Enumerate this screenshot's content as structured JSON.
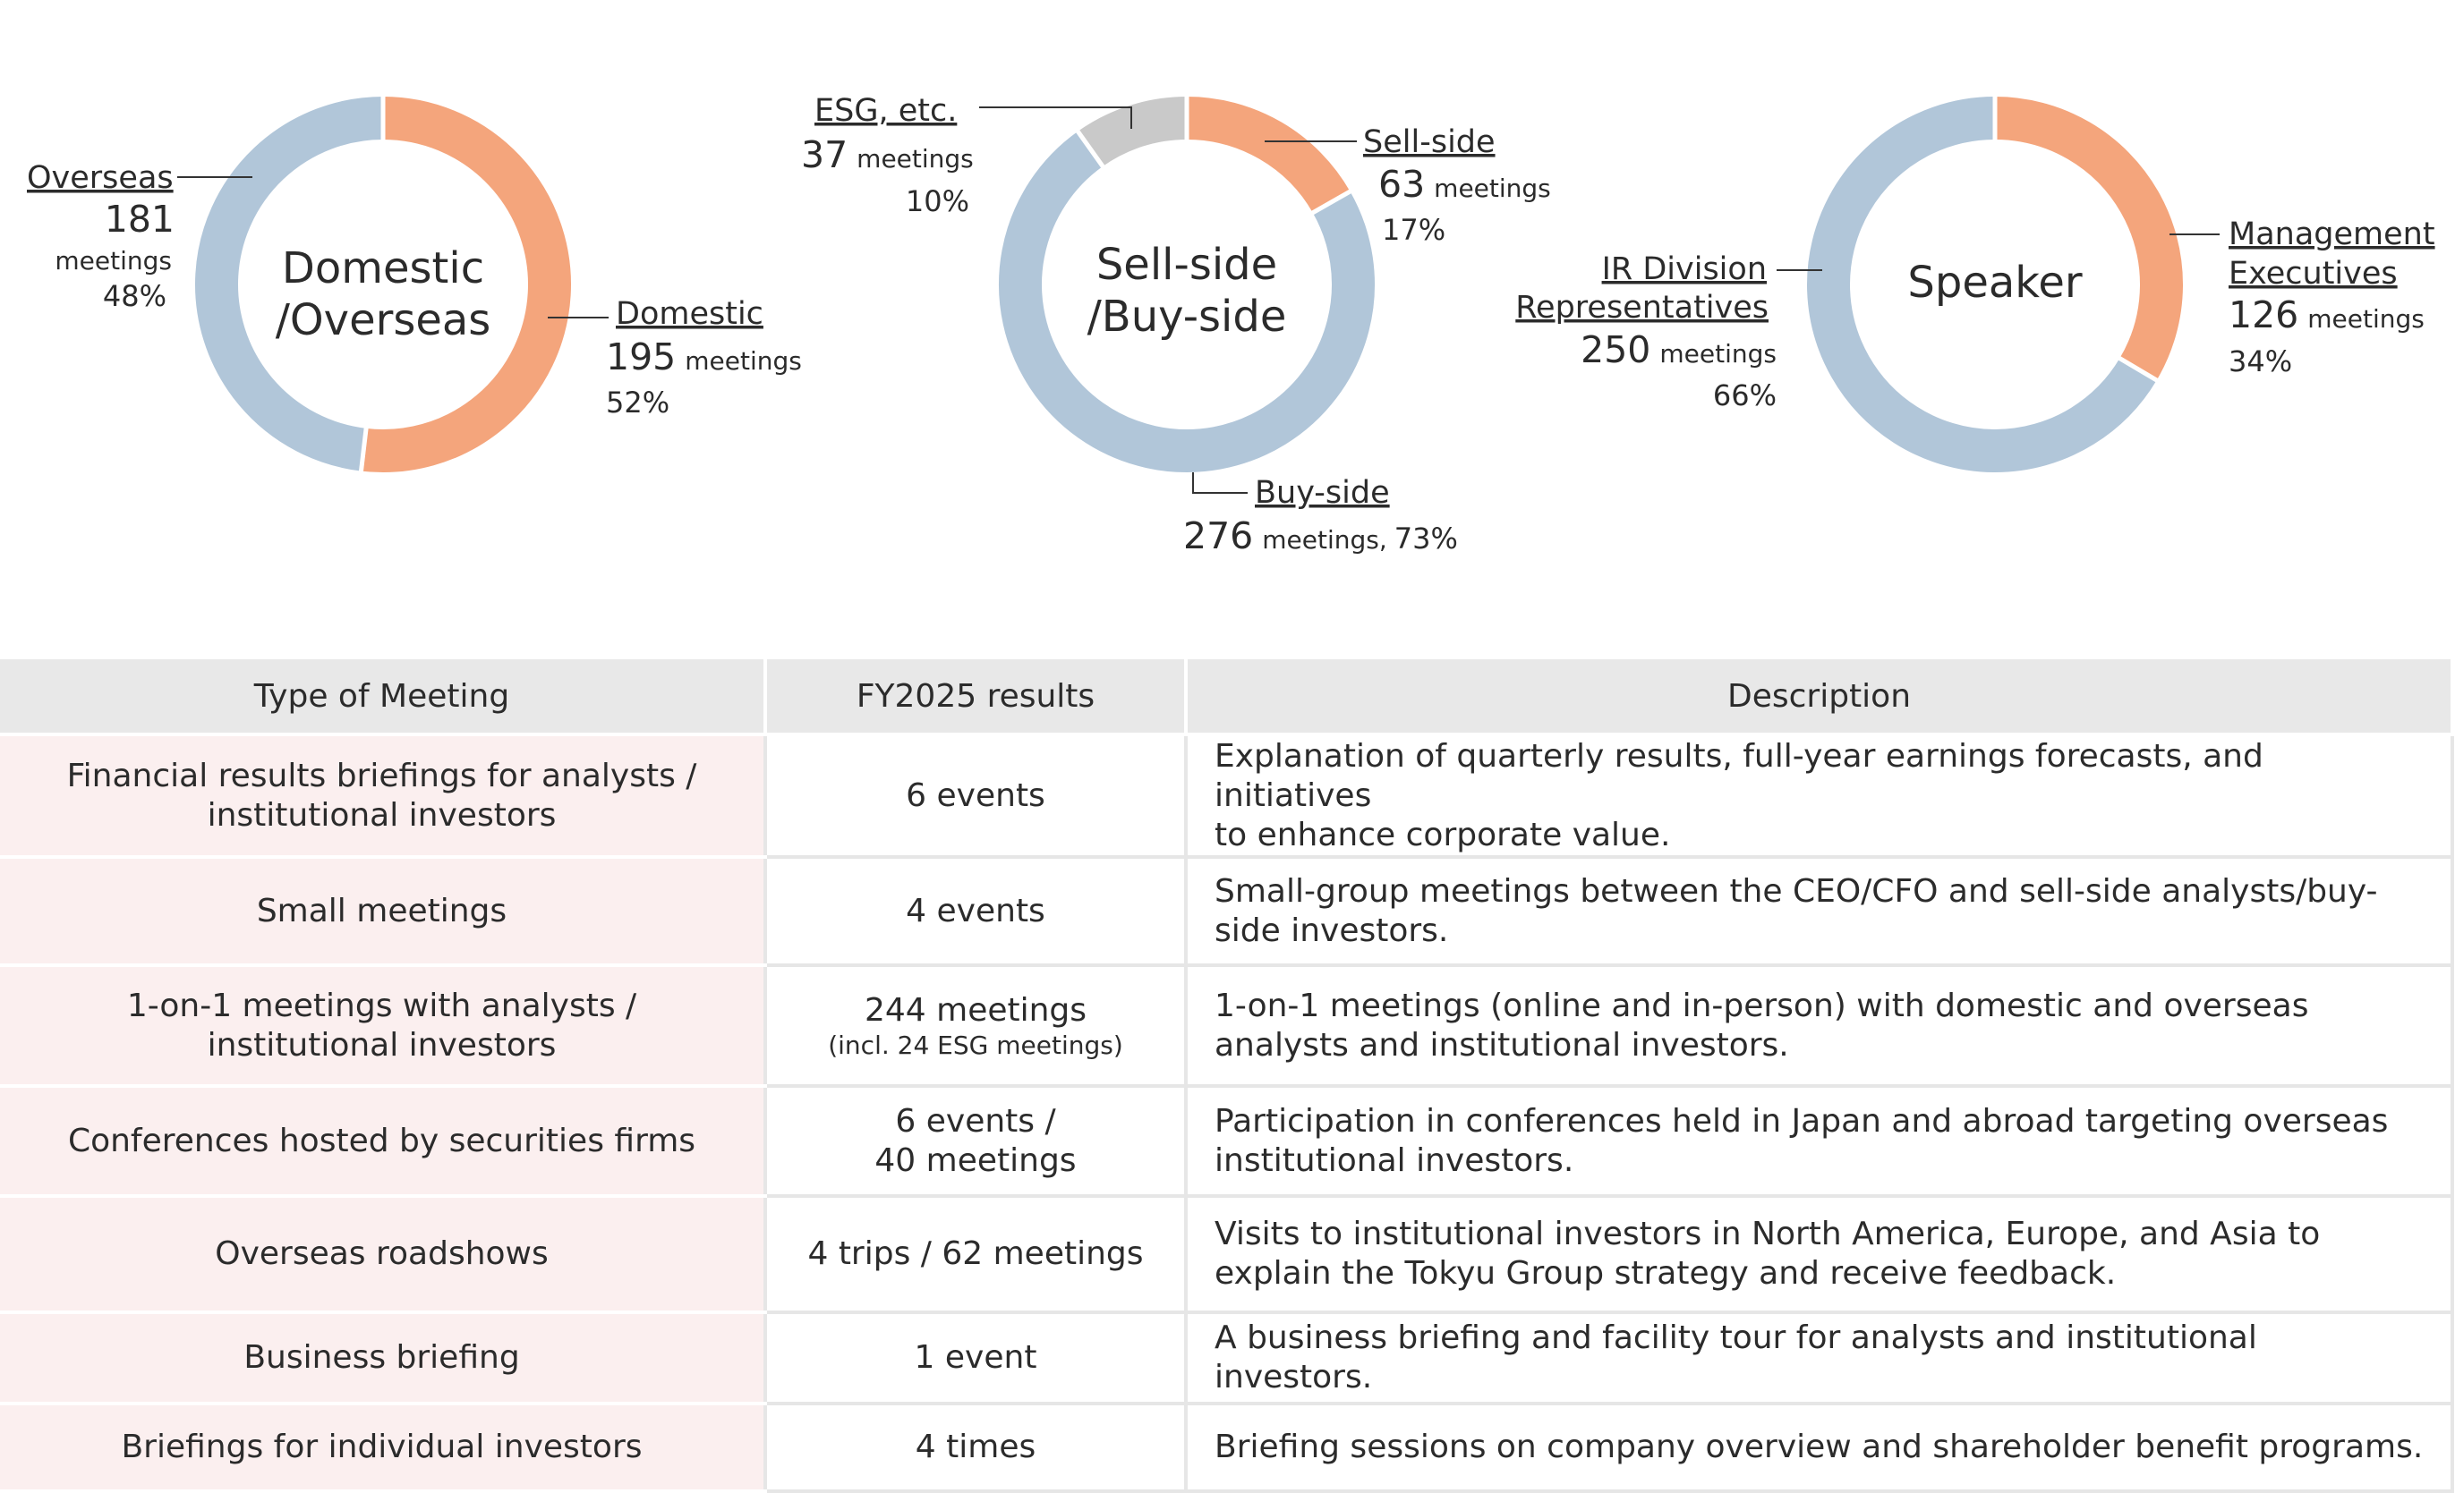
{
  "chart_data": [
    {
      "type": "pie",
      "center_label": [
        "Domestic",
        "/Overseas"
      ],
      "slices": [
        {
          "label": "Domestic",
          "value": 195,
          "unit": "meetings",
          "percent": "52%",
          "color": "#f4a57c"
        },
        {
          "label": "Overseas",
          "value": 181,
          "unit": "meetings",
          "percent": "48%",
          "color": "#b1c6d9"
        }
      ]
    },
    {
      "type": "pie",
      "center_label": [
        "Sell-side",
        "/Buy-side"
      ],
      "slices": [
        {
          "label": "Sell-side",
          "value": 63,
          "unit": "meetings",
          "percent": "17%",
          "color": "#f4a57c"
        },
        {
          "label": "Buy-side",
          "value": 276,
          "unit": "meetings,",
          "percent": "73%",
          "color": "#b1c6d9"
        },
        {
          "label": "ESG, etc.",
          "value": 37,
          "unit": "meetings",
          "percent": "10%",
          "color": "#c9c9c9"
        }
      ]
    },
    {
      "type": "pie",
      "center_label": [
        "Speaker"
      ],
      "slices": [
        {
          "label": [
            "Management",
            "Executives"
          ],
          "value": 126,
          "unit": "meetings",
          "percent": "34%",
          "color": "#f4a57c"
        },
        {
          "label": [
            "IR Division",
            "Representatives"
          ],
          "value": 250,
          "unit": "meetings",
          "percent": "66%",
          "color": "#b1c6d9"
        }
      ]
    }
  ],
  "table": {
    "headers": [
      "Type of Meeting",
      "FY2025 results",
      "Description"
    ],
    "rows": [
      {
        "type": [
          "Financial results briefings for analysts /",
          "institutional investors"
        ],
        "result": [
          "6 events"
        ],
        "result_note": "",
        "desc": [
          "Explanation of quarterly results, full-year earnings forecasts, and initiatives",
          "to enhance corporate value."
        ]
      },
      {
        "type": [
          "Small meetings"
        ],
        "result": [
          "4 events"
        ],
        "result_note": "",
        "desc": [
          "Small-group meetings between the CEO/CFO and sell-side analysts/buy-",
          "side investors."
        ]
      },
      {
        "type": [
          "1-on-1 meetings with analysts /",
          "institutional investors"
        ],
        "result": [
          "244 meetings"
        ],
        "result_note": "(incl. 24 ESG meetings)",
        "desc": [
          " 1-on-1 meetings (online and in-person) with domestic and overseas",
          "analysts and institutional investors."
        ]
      },
      {
        "type": [
          "Conferences hosted by securities firms"
        ],
        "result": [
          "6 events /",
          "40 meetings"
        ],
        "result_note": "",
        "desc": [
          "Participation in conferences held in Japan and abroad targeting overseas",
          "institutional investors."
        ]
      },
      {
        "type": [
          "Overseas roadshows"
        ],
        "result": [
          "4 trips / 62 meetings"
        ],
        "result_note": "",
        "desc": [
          "Visits to institutional investors in North America, Europe, and Asia to",
          "explain the Tokyu Group strategy and receive feedback."
        ]
      },
      {
        "type": [
          "Business briefing"
        ],
        "result": [
          "1 event"
        ],
        "result_note": "",
        "desc": [
          "A business briefing and facility tour for analysts and institutional investors."
        ]
      },
      {
        "type": [
          "Briefings for individual investors"
        ],
        "result": [
          "4 times"
        ],
        "result_note": "",
        "desc": [
          "Briefing sessions on company overview and shareholder benefit programs."
        ]
      }
    ]
  }
}
